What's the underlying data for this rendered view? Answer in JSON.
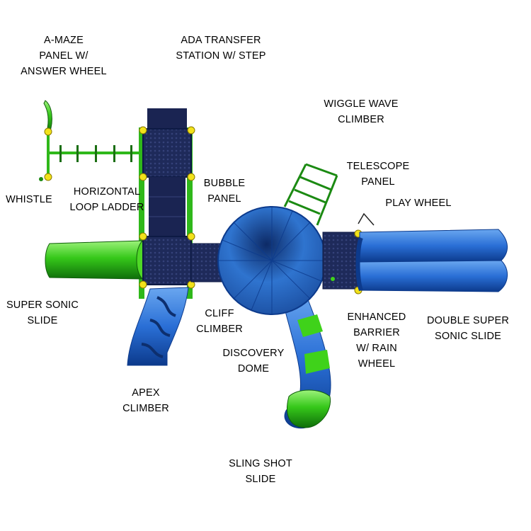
{
  "labels": {
    "amaze": [
      "A-MAZE",
      "PANEL W/",
      "ANSWER  WHEEL"
    ],
    "ada": [
      "ADA TRANSFER",
      "STATION W/ STEP"
    ],
    "wiggle": [
      "WIGGLE WAVE",
      "CLIMBER"
    ],
    "telescope": [
      "TELESCOPE",
      "PANEL"
    ],
    "whistle": [
      "WHISTLE"
    ],
    "horizontal": [
      "HORIZONTAL",
      "LOOP LADDER"
    ],
    "bubble": [
      "BUBBLE",
      "PANEL"
    ],
    "playwheel": [
      "PLAY WHEEL"
    ],
    "supersonic": [
      "SUPER SONIC",
      "SLIDE"
    ],
    "cliff": [
      "CLIFF",
      "CLIMBER"
    ],
    "enhanced": [
      "ENHANCED",
      "BARRIER",
      "W/ RAIN",
      "WHEEL"
    ],
    "double": [
      "DOUBLE SUPER",
      "SONIC SLIDE"
    ],
    "discovery": [
      "DISCOVERY",
      "DOME"
    ],
    "apex": [
      "APEX",
      "CLIMBER"
    ],
    "slingshot": [
      "SLING SHOT",
      "SLIDE"
    ]
  },
  "colors": {
    "green": "#3fd21a",
    "dark_green": "#1b8a12",
    "blue": "#2a6fd6",
    "dark_blue": "#0d2f6e",
    "navy": "#1a2452",
    "yellow": "#f2e21a"
  }
}
